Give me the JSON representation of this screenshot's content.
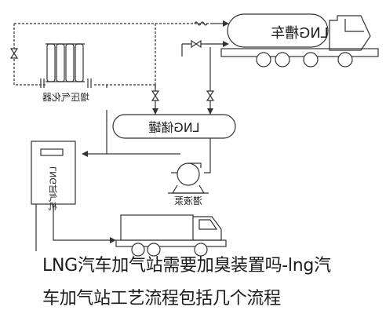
{
  "labels": {
    "tanker_truck": "LNG槽车",
    "storage_tank": "LNG储罐",
    "vaporizer": "增压气化器",
    "pump": "潜液泵",
    "dispenser": "LNG加气机"
  },
  "caption": {
    "line1": "LNG汽车加气站需要加臭装置吗-lng汽",
    "line2": "车加气站工艺流程包括几个流程"
  }
}
